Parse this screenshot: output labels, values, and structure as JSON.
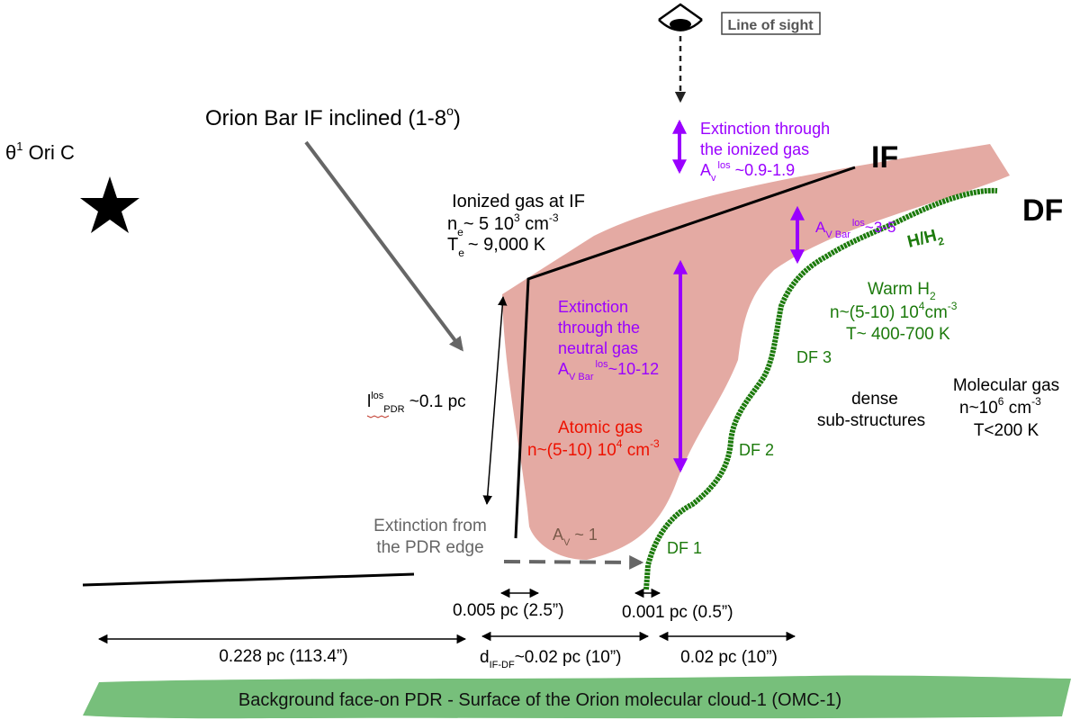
{
  "line_of_sight": {
    "label": "Line of sight"
  },
  "star": {
    "label": "θ",
    "sup": "1",
    "rest": " Ori C"
  },
  "orion_bar": {
    "label": "Orion Bar IF inclined (1-8",
    "sup": "o",
    "close": ")"
  },
  "ionized_gas": {
    "title": "Ionized gas at IF",
    "ne_a": "n",
    "ne_sub": "e",
    "ne_b": "~ 5 10",
    "ne_sup": "3",
    "ne_c": " cm",
    "ne_unit_sup": "-3",
    "te_a": "T",
    "te_sub": "e",
    "te_b": "~ 9,000 K"
  },
  "extinction_ionized": {
    "line1": "Extinction through",
    "line2": "the ionized gas",
    "line3_a": "A",
    "line3_sub": "v",
    "line3_sup": "los",
    "line3_b": " ~0.9-1.9"
  },
  "labels": {
    "if": "IF",
    "df": "DF"
  },
  "av_bar_small": {
    "a": "A",
    "sub": "V Bar",
    "sup": "los",
    "b": "~3-5"
  },
  "h_h2": {
    "a": "H/H",
    "sub": "2"
  },
  "warm_h2": {
    "line1_a": "Warm H",
    "line1_sub": "2",
    "line2_a": "n~(5-10) 10",
    "line2_sup": "4",
    "line2_b": "cm",
    "line2_unit_sup": "-3",
    "line3": "T~ 400-700 K"
  },
  "extinction_neutral": {
    "line1": "Extinction",
    "line2": "through the",
    "line3": "neutral  gas",
    "line4_a": "A",
    "line4_sub": "V Bar",
    "line4_sup": "los",
    "line4_b": "~10-12"
  },
  "l_pdr": {
    "a": "l",
    "sup": "los",
    "sub": "PDR",
    "b": " ~0.1 pc"
  },
  "df_labels": {
    "df1": "DF 1",
    "df2": "DF 2",
    "df3": "DF 3"
  },
  "dense": {
    "line1": "dense",
    "line2": "sub-structures"
  },
  "molecular_gas": {
    "line1": "Molecular gas",
    "line2_a": "n~10",
    "line2_sup": "6",
    "line2_b": " cm",
    "line2_unit_sup": "-3",
    "line3": "T<200 K"
  },
  "atomic_gas": {
    "line1": "Atomic gas",
    "line2_a": "n~(5-10) 10",
    "line2_sup": "4",
    "line2_b": " cm",
    "line2_unit_sup": "-3"
  },
  "extinction_pdr": {
    "line1": "Extinction from",
    "line2": "the PDR edge"
  },
  "av_one": {
    "a": "A",
    "sub": "V",
    "b": " ~ 1"
  },
  "scale": {
    "s005": "0.005 pc (2.5”)",
    "s001": "0.001 pc (0.5”)",
    "s228": "0.228 pc (113.4”)",
    "dif_a": "d",
    "dif_sub": "IF-DF",
    "dif_b": "~0.02 pc (10”)",
    "s002": "0.02 pc (10”)"
  },
  "background": {
    "label": "Background face-on PDR - Surface of the Orion molecular cloud-1 (OMC-1)"
  },
  "colors": {
    "purple": "#9a00ff",
    "green": "#1c7a0c",
    "red": "#ee1100",
    "pink": "#e4aaa3",
    "gray": "#666666",
    "band": "#77bf7b"
  }
}
